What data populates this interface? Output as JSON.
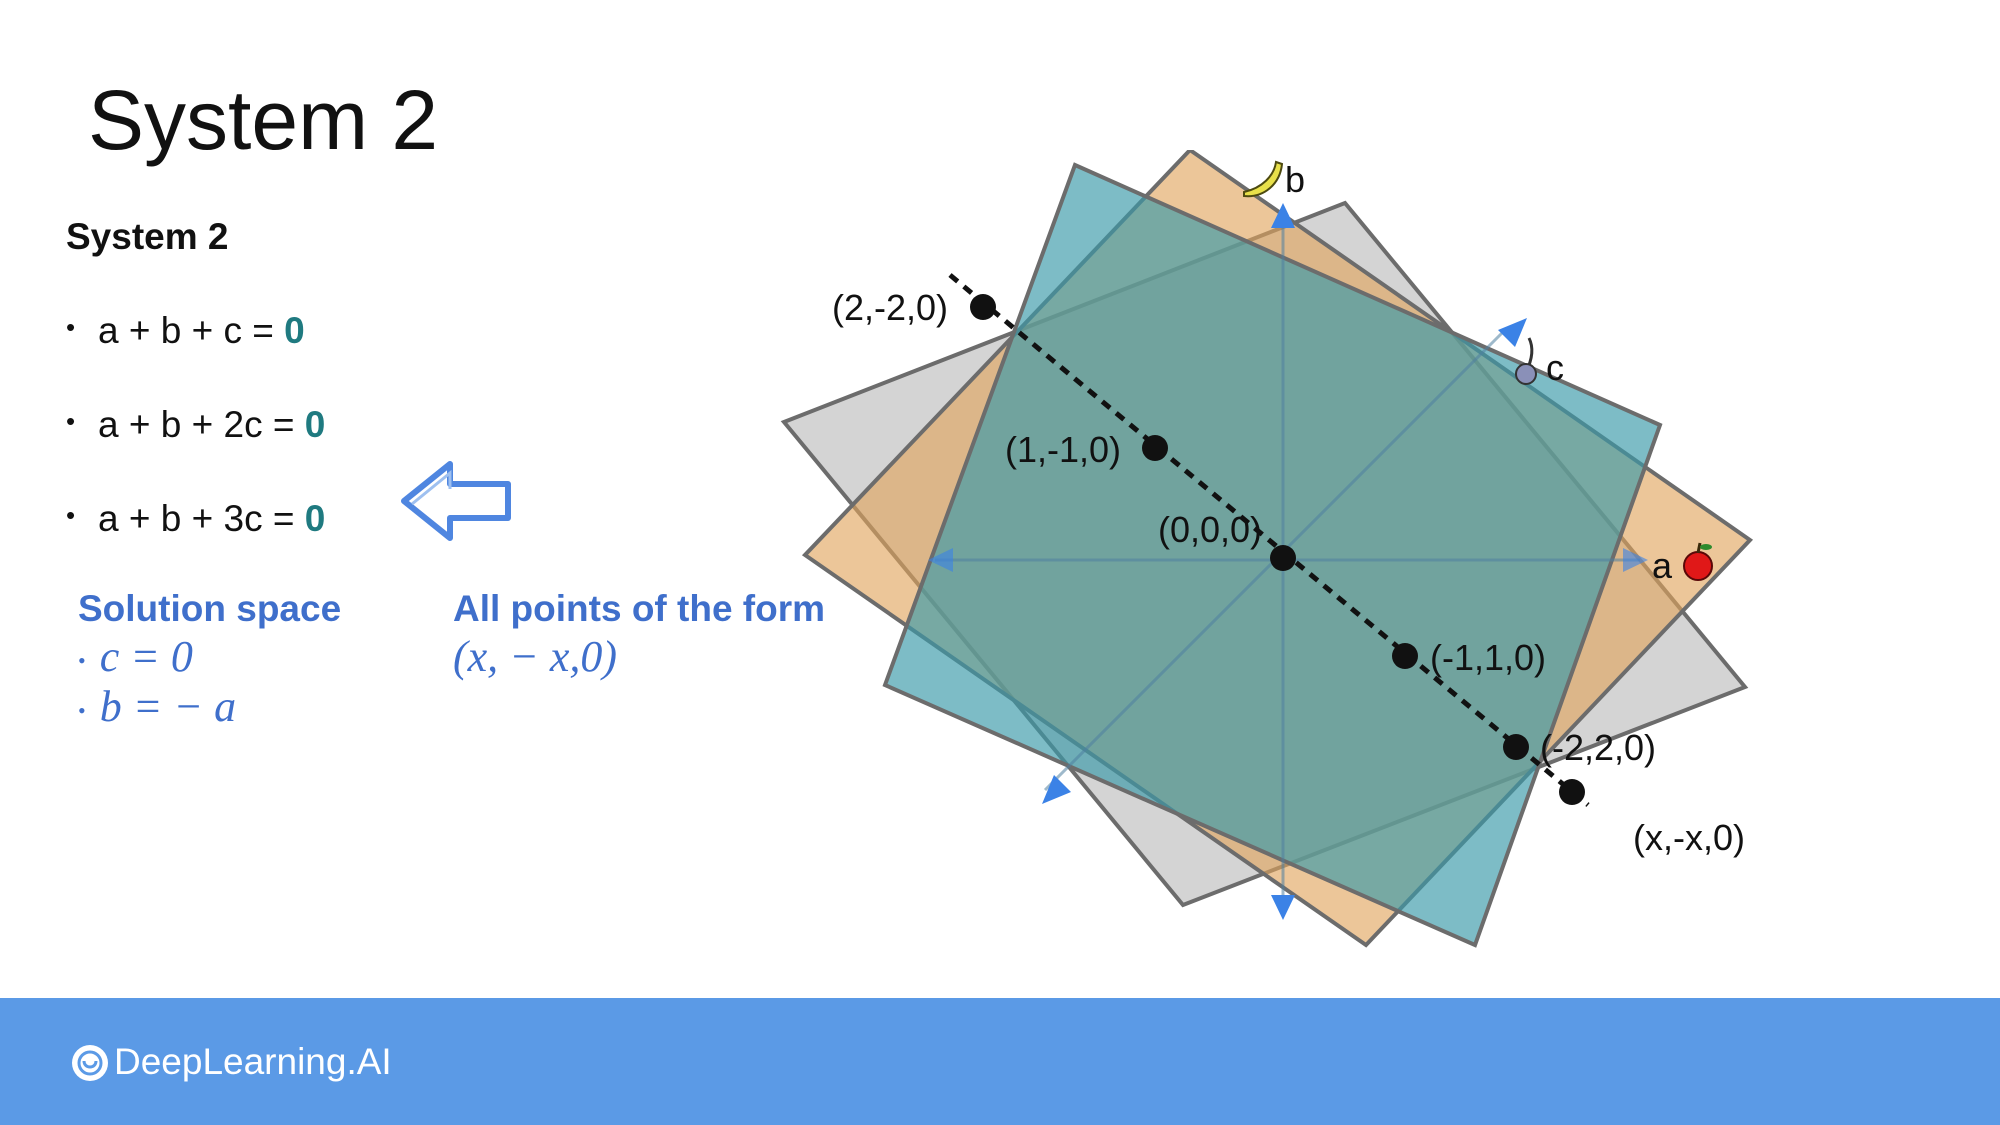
{
  "slide": {
    "title": "System 2"
  },
  "system": {
    "heading": "System 2",
    "equations": [
      {
        "lhs": "a + b + c = ",
        "rhs": "0"
      },
      {
        "lhs": "a + b + 2c = ",
        "rhs": "0"
      },
      {
        "lhs": "a + b + 3c = ",
        "rhs": "0"
      }
    ]
  },
  "solution": {
    "heading": "Solution space",
    "items": [
      "c = 0",
      "b = − a"
    ]
  },
  "form": {
    "heading": "All points of the form",
    "expression": "(x, − x,0)"
  },
  "diagram": {
    "axis_labels": {
      "a": "a",
      "b": "b",
      "c": "c"
    },
    "axis_icons": {
      "a": "apple-icon",
      "b": "banana-icon",
      "c": "cherry-icon"
    },
    "points": [
      {
        "label": "(2,-2,0)"
      },
      {
        "label": "(1,-1,0)"
      },
      {
        "label": "(0,0,0)"
      },
      {
        "label": "(-1,1,0)"
      },
      {
        "label": "(-2,2,0)"
      },
      {
        "label": "(x,-x,0)"
      }
    ],
    "plane_colors": {
      "gray": "#b9b9b9",
      "orange": "#e0a35a",
      "teal": "#3a9aa8"
    },
    "axis_color": "#3b82e6"
  },
  "footer": {
    "brand": "DeepLearning.AI",
    "color": "#5b9ae6"
  }
}
